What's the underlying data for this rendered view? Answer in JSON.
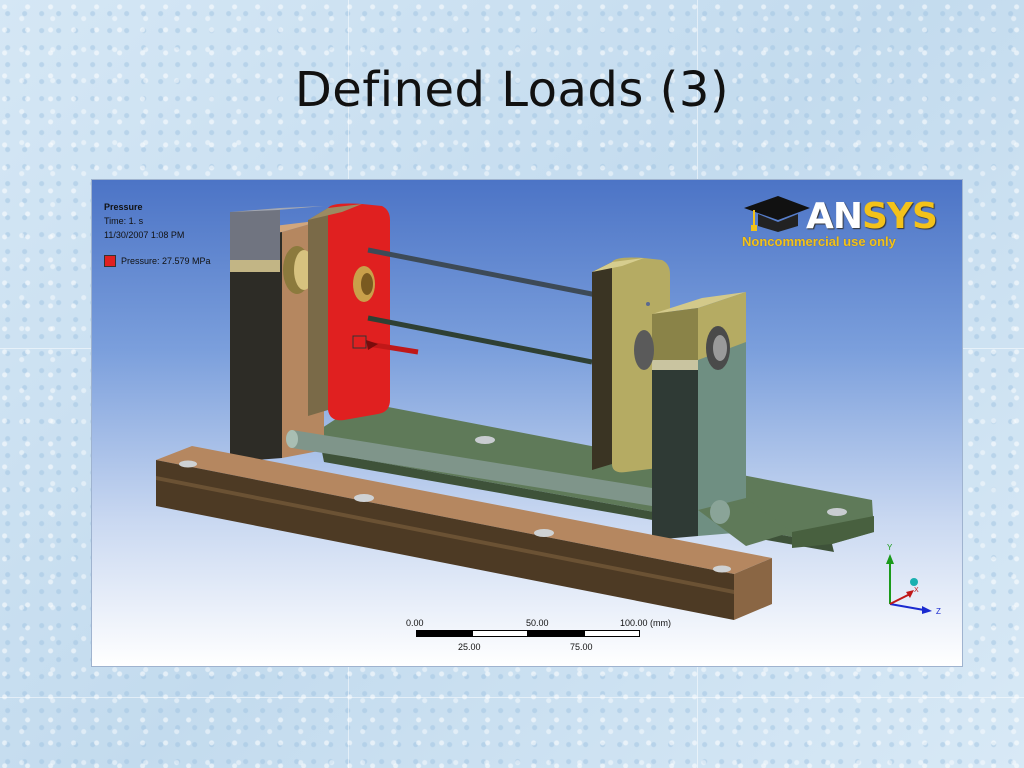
{
  "slide": {
    "title": "Defined Loads (3)"
  },
  "legend": {
    "title": "Pressure",
    "time": "Time: 1. s",
    "date": "11/30/2007 1:08 PM",
    "entry": "Pressure: 27.579 MPa",
    "color": "#e02020"
  },
  "logo": {
    "word_a": "AN",
    "word_b": "SYS",
    "tagline": "Noncommercial use only"
  },
  "scale": {
    "top_labels": [
      "0.00",
      "50.00",
      "100.00 (mm)"
    ],
    "bottom_labels": [
      "25.00",
      "75.00"
    ]
  },
  "triad": {
    "y": "Y",
    "x": "X",
    "z": "Z"
  },
  "colors": {
    "base_plate": "#b58760",
    "back_plate": "#5f7a59",
    "pressure_face": "#e02020",
    "bearing_block": "#b5ab63",
    "support_post": "#6f8f82"
  }
}
